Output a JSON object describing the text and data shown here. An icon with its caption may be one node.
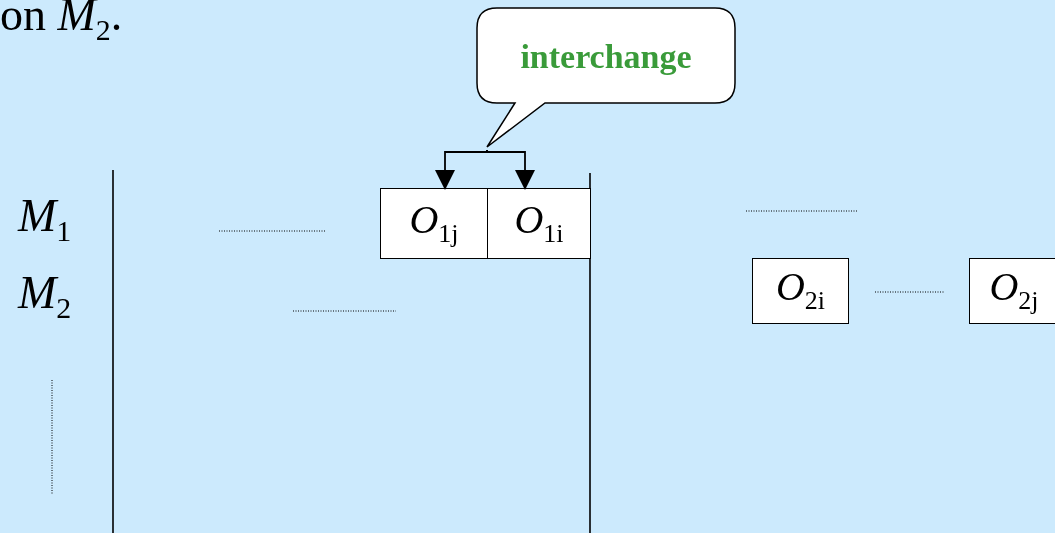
{
  "diagram": {
    "nodes": [
      {
        "text": [
          "interchange"
        ]
      },
      {
        "text": [
          "*O*$_{1j}$"
        ]
      },
      {
        "text": [
          "*O*$_{1i}$"
        ]
      },
      {
        "text": [
          "*O*$_{2i}$"
        ]
      },
      {
        "text": [
          "*O*$_{2j}$"
        ]
      }
    ],
    "edges": [
      {
        "from": 0,
        "to": 1,
        "arrow": "to"
      },
      {
        "from": 0,
        "to": 2,
        "arrow": "to"
      }
    ],
    "labels": [
      "on *M*$_{2}$.",
      "*M*$_{1}$",
      "*M*$_{2}$"
    ]
  }
}
